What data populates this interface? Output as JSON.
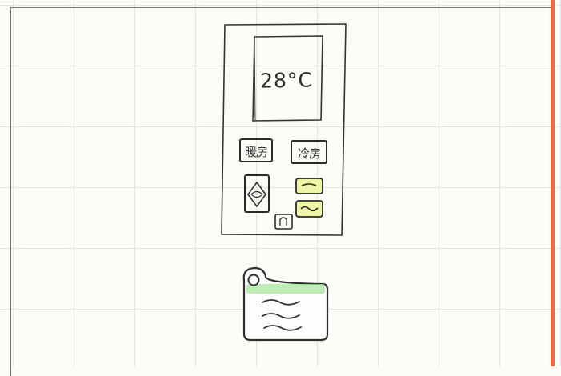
{
  "remote": {
    "display": {
      "temperature": "28°C"
    },
    "buttons": {
      "heating_label": "暖房",
      "cooling_label": "冷房"
    },
    "accent_colors": {
      "highlight": "#eef5a6",
      "sheet_margin": "#ee6a45",
      "outline": "#2a2a2a"
    },
    "icons": [
      "fan-mode-icon",
      "airflow-low-icon",
      "airflow-high-icon",
      "off-timer-icon"
    ]
  },
  "aircon_unit": {
    "icons": [
      "air-wave-icon"
    ],
    "accent_colors": {
      "vent_strip": "#a6e49b"
    }
  }
}
